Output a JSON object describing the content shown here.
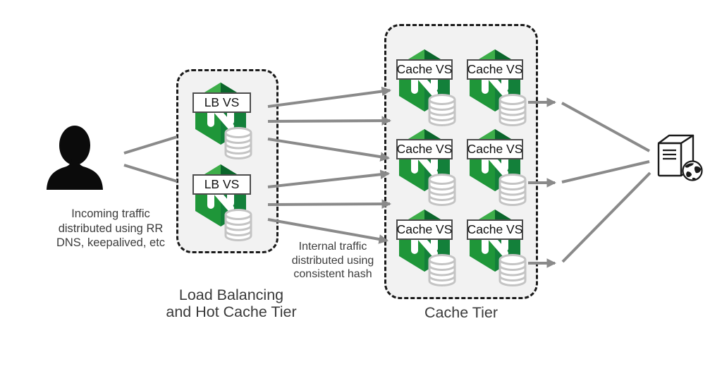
{
  "colors": {
    "arrow": "#8a8a8a",
    "box_fill": "#f2f2f2",
    "box_border": "#1a1a1a",
    "hexagon_main_green": "#1f9639",
    "hexagon_light_green": "#3dae49",
    "hexagon_dark_green": "#0b662b",
    "hexagon_shade_green": "#13803a",
    "cylinder_stroke": "#c4c4c4",
    "label_box_border": "#4d4d4d",
    "text": "#3c3c3c"
  },
  "icons": {
    "user": "user-silhouette-icon",
    "server": "server-tower-icon",
    "globe": "globe-icon",
    "hexagon": "nginx-hexagon-icon",
    "database": "database-cylinder-icon"
  },
  "lb_tier": {
    "label_lines": [
      "Load Balancing",
      "and Hot Cache Tier"
    ],
    "nodes": [
      {
        "label": "LB VS"
      },
      {
        "label": "LB VS"
      }
    ]
  },
  "cache_tier": {
    "label": "Cache Tier",
    "nodes": [
      {
        "label": "Cache VS"
      },
      {
        "label": "Cache VS"
      },
      {
        "label": "Cache VS"
      },
      {
        "label": "Cache VS"
      },
      {
        "label": "Cache VS"
      },
      {
        "label": "Cache VS"
      }
    ]
  },
  "annotations": {
    "incoming": [
      "Incoming traffic",
      "distributed using RR",
      "DNS, keepalived, etc"
    ],
    "internal": [
      "Internal traffic",
      "distributed using",
      "consistent hash"
    ]
  }
}
